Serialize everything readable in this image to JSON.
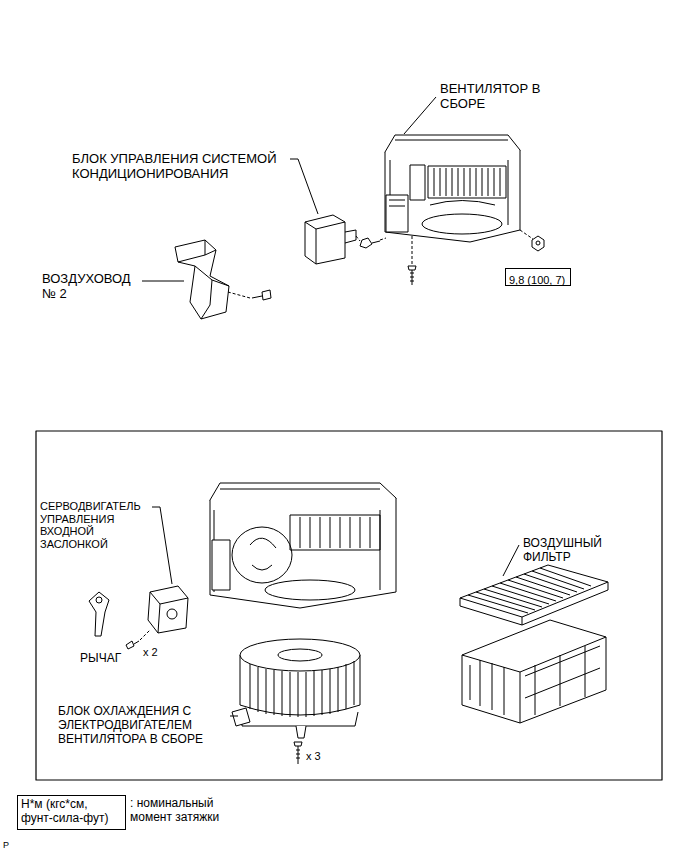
{
  "diagram": {
    "nodes": [
      {
        "text": [
          "9,8 (100, 7)"
        ]
      },
      {
        "text": [
          "Н*м (кгс*см, фунт-сила-фут)"
        ]
      }
    ],
    "labels": [
      "ВЕНТИЛЯТОР В СБОРЕ",
      "БЛОК УПРАВЛЕНИЯ СИСТЕМОЙ КОНДИЦИОНИРОВАНИЯ",
      "ВОЗДУХОВОД № 2",
      "СЕРВОДВИГАТЕЛЬ УПРАВЛЕНИЯ ВХОДНОЙ ЗАСЛОНКОЙ",
      "ВОЗДУШНЫЙ ФИЛЬТР",
      "РЫЧАГ",
      "x 2",
      "БЛОК ОХЛАЖДЕНИЯ С ЭЛЕКТРОДВИГАТЕЛЕМ ВЕНТИЛЯТОРА В СБОРЕ",
      "x 3",
      ": номинальный момент затяжки",
      "P"
    ]
  }
}
